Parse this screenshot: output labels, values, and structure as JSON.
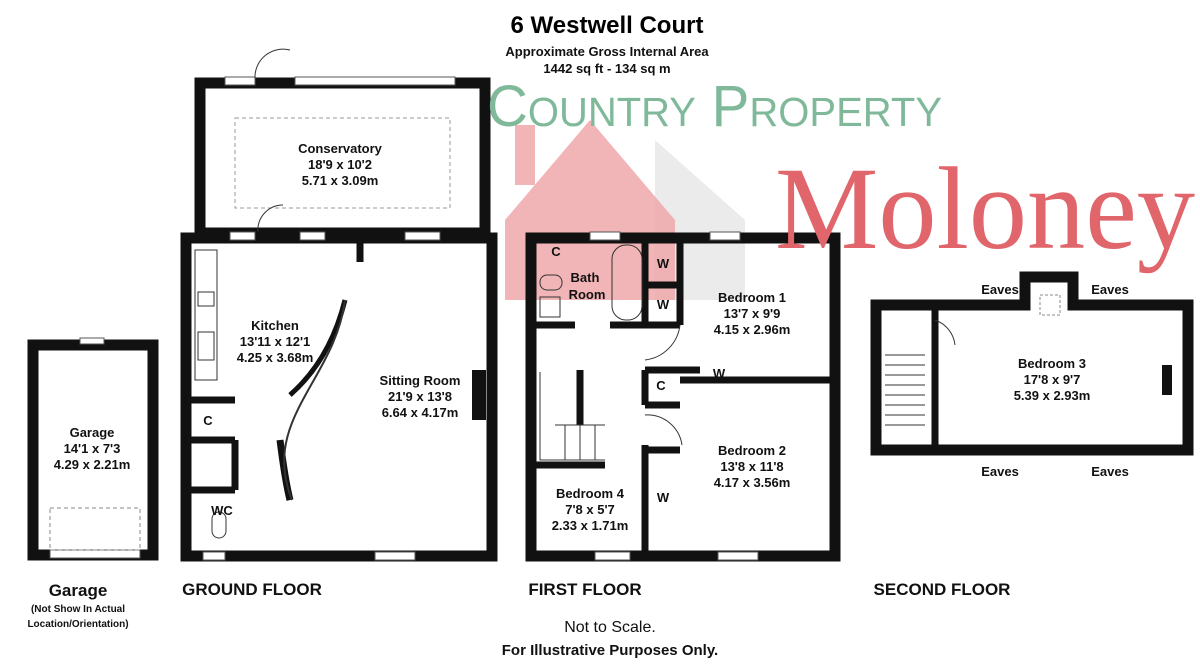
{
  "header": {
    "title": "6 Westwell Court",
    "subtitle": "Approximate Gross Internal Area",
    "area": "1442 sq ft - 134 sq m"
  },
  "garage": {
    "room": {
      "name": "Garage",
      "imperial": "14'1 x 7'3",
      "metric": "4.29 x 2.21m"
    },
    "label": "Garage",
    "note_line1": "(Not Show In Actual",
    "note_line2": "Location/Orientation)"
  },
  "ground_floor": {
    "label": "GROUND FLOOR",
    "conservatory": {
      "name": "Conservatory",
      "imperial": "18'9 x 10'2",
      "metric": "5.71 x 3.09m"
    },
    "kitchen": {
      "name": "Kitchen",
      "imperial": "13'11 x 12'1",
      "metric": "4.25 x 3.68m"
    },
    "sitting_room": {
      "name": "Sitting Room",
      "imperial": "21'9 x 13'8",
      "metric": "6.64 x 4.17m"
    },
    "cupboard": "C",
    "wc": "WC"
  },
  "first_floor": {
    "label": "FIRST FLOOR",
    "bathroom_line1": "Bath",
    "bathroom_line2": "Room",
    "bedroom1": {
      "name": "Bedroom 1",
      "imperial": "13'7 x 9'9",
      "metric": "4.15 x 2.96m"
    },
    "bedroom2": {
      "name": "Bedroom 2",
      "imperial": "13'8 x 11'8",
      "metric": "4.17 x 3.56m"
    },
    "bedroom4": {
      "name": "Bedroom 4",
      "imperial": "7'8 x 5'7",
      "metric": "2.33 x 1.71m"
    },
    "cupboard": "C",
    "wardrobe": "W"
  },
  "second_floor": {
    "label": "SECOND FLOOR",
    "bedroom3": {
      "name": "Bedroom 3",
      "imperial": "17'8 x 9'7",
      "metric": "5.39 x 2.93m"
    },
    "eaves": "Eaves"
  },
  "footer": {
    "line1": "Not to Scale.",
    "line2": "For Illustrative Purposes Only."
  },
  "watermark": {
    "brand": "Moloney",
    "tagline": "Country Property",
    "colors": {
      "house": "#f0a8aa",
      "brand": "#e0666c",
      "tagline": "#7fb99a"
    }
  }
}
